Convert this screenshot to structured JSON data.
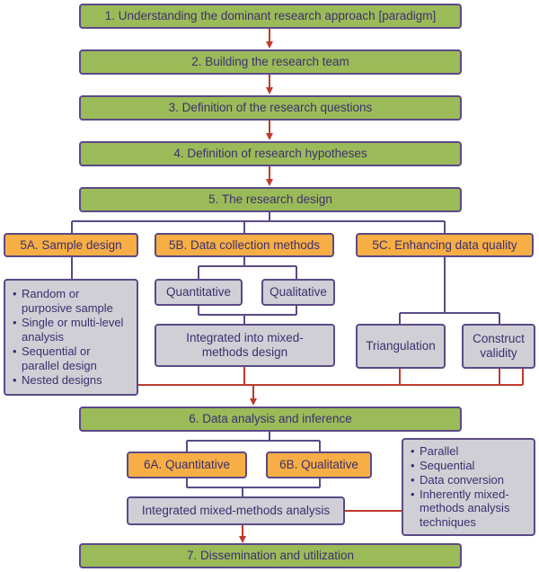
{
  "steps": {
    "s1": "1. Understanding the dominant research approach [paradigm]",
    "s2": "2. Building the research team",
    "s3": "3. Definition of the research questions",
    "s4": "4. Definition of research hypotheses",
    "s5": "5. The research design",
    "s6": "6. Data analysis and inference",
    "s7": "7. Dissemination and utilization"
  },
  "design": {
    "a": "5A. Sample design",
    "b": "5B. Data collection methods",
    "c": "5C. Enhancing data quality",
    "sample_items": [
      "Random or purposive sample",
      "Single or multi-level analysis",
      "Sequential or parallel design",
      "Nested designs"
    ],
    "quantitative": "Quantitative",
    "qualitative": "Qualitative",
    "integrated": "Integrated into mixed-methods design",
    "triangulation": "Triangulation",
    "construct_validity": "Construct validity"
  },
  "analysis": {
    "a": "6A. Quantitative",
    "b": "6B. Qualitative",
    "integrated": "Integrated mixed-methods analysis",
    "items": [
      "Parallel",
      "Sequential",
      "Data conversion",
      "Inherently mixed-methods analysis techniques"
    ]
  },
  "colors": {
    "green": "#9bbb59",
    "orange": "#f6ae45",
    "grey": "#d0cfd6",
    "border": "#5b4a86",
    "arrow": "#c0392b"
  }
}
